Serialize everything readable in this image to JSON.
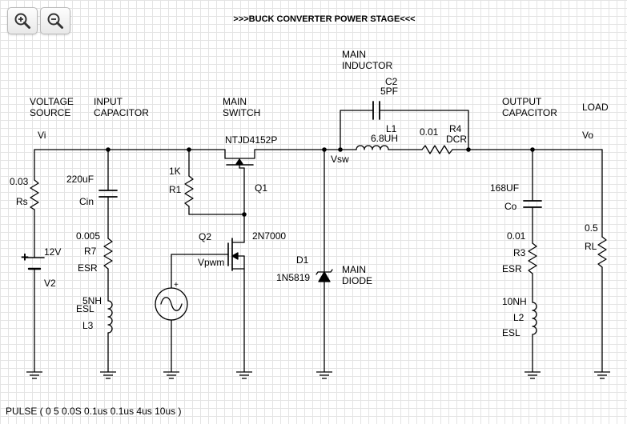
{
  "title": ">>>BUCK CONVERTER POWER STAGE<<<",
  "toolbar": {
    "zoom_in_icon": "magnifier-plus-icon",
    "zoom_out_icon": "magnifier-minus-icon"
  },
  "labels": {
    "voltage_source": [
      "VOLTAGE",
      "SOURCE"
    ],
    "input_capacitor": [
      "INPUT",
      "CAPACITOR"
    ],
    "main_switch": [
      "MAIN",
      "SWITCH"
    ],
    "main_inductor": [
      "MAIN",
      "INDUCTOR"
    ],
    "output_capacitor": [
      "OUTPUT",
      "CAPACITOR"
    ],
    "load": "LOAD",
    "main_diode": [
      "MAIN",
      "DIODE"
    ]
  },
  "nodes": {
    "vi": "Vi",
    "vsw": "Vsw",
    "vo": "Vo",
    "vpwm": "Vpwm"
  },
  "components": {
    "rs": {
      "name": "Rs",
      "value": "0.03"
    },
    "v2": {
      "name": "V2",
      "value": "12V"
    },
    "cin": {
      "name": "Cin",
      "value": "220uF"
    },
    "r7": {
      "name": "R7",
      "value": "0.005",
      "role": "ESR"
    },
    "l3": {
      "name": "L3",
      "value": "5NH",
      "role": "ESL"
    },
    "r1": {
      "name": "R1",
      "value": "1K"
    },
    "q1": {
      "name": "Q1",
      "value": "NTJD4152P"
    },
    "q2": {
      "name": "Q2",
      "value": "2N7000"
    },
    "d1": {
      "name": "D1",
      "value": "1N5819"
    },
    "c2": {
      "name": "C2",
      "value": "5PF"
    },
    "l1": {
      "name": "L1",
      "value": "6.8UH"
    },
    "r4": {
      "name": "R4",
      "value": "0.01",
      "role": "DCR"
    },
    "co": {
      "name": "Co",
      "value": "168UF"
    },
    "r3": {
      "name": "R3",
      "value": "0.01",
      "role": "ESR"
    },
    "l2": {
      "name": "L2",
      "value": "10NH",
      "role": "ESL"
    },
    "rl": {
      "name": "RL",
      "value": "0.5"
    }
  },
  "footer": "PULSE ( 0 5 0.0S 0.1us 0.1us 4us 10us )"
}
